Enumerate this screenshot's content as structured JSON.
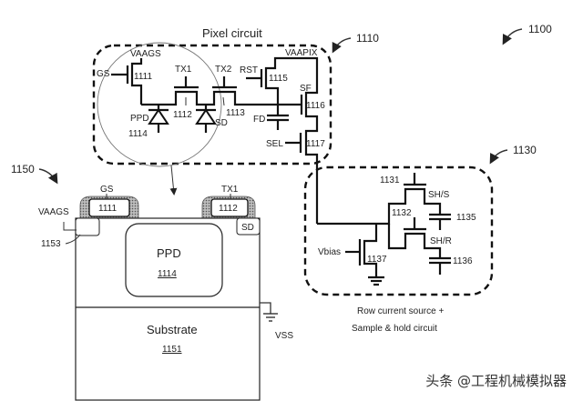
{
  "figure": {
    "ref_main": "1100",
    "pixel_circuit": {
      "title": "Pixel circuit",
      "ref": "1110",
      "labels": {
        "vaags": "VAAGS",
        "gs": "GS",
        "t1111": "1111",
        "tx1": "TX1",
        "tx2": "TX2",
        "rst": "RST",
        "t1115": "1115",
        "vaapix": "VAAPIX",
        "sf": "SF",
        "t1116": "1116",
        "ppd": "PPD",
        "t1114": "1114",
        "t1112": "1112",
        "sd": "SD",
        "t1113": "1113",
        "fd": "FD",
        "sel": "SEL",
        "t1117": "1117"
      }
    },
    "cross_section": {
      "ref": "1150",
      "labels": {
        "gs": "GS",
        "g1111": "1111",
        "tx1": "TX1",
        "g1112": "1112",
        "vaags": "VAAGS",
        "r1153": "1153",
        "sd": "SD",
        "ppd": "PPD",
        "ppd_ref": "1114",
        "substrate": "Substrate",
        "substrate_ref": "1151",
        "vss": "VSS"
      }
    },
    "readout_circuit": {
      "ref": "1130",
      "caption_line1": "Row current source +",
      "caption_line2": "Sample & hold circuit",
      "labels": {
        "t1131": "1131",
        "shs": "SH/S",
        "c1135": "1135",
        "t1132": "1132",
        "shr": "SH/R",
        "c1136": "1136",
        "vbias": "Vbias",
        "t1137": "1137"
      }
    },
    "watermark": "头条 @工程机械模拟器"
  }
}
